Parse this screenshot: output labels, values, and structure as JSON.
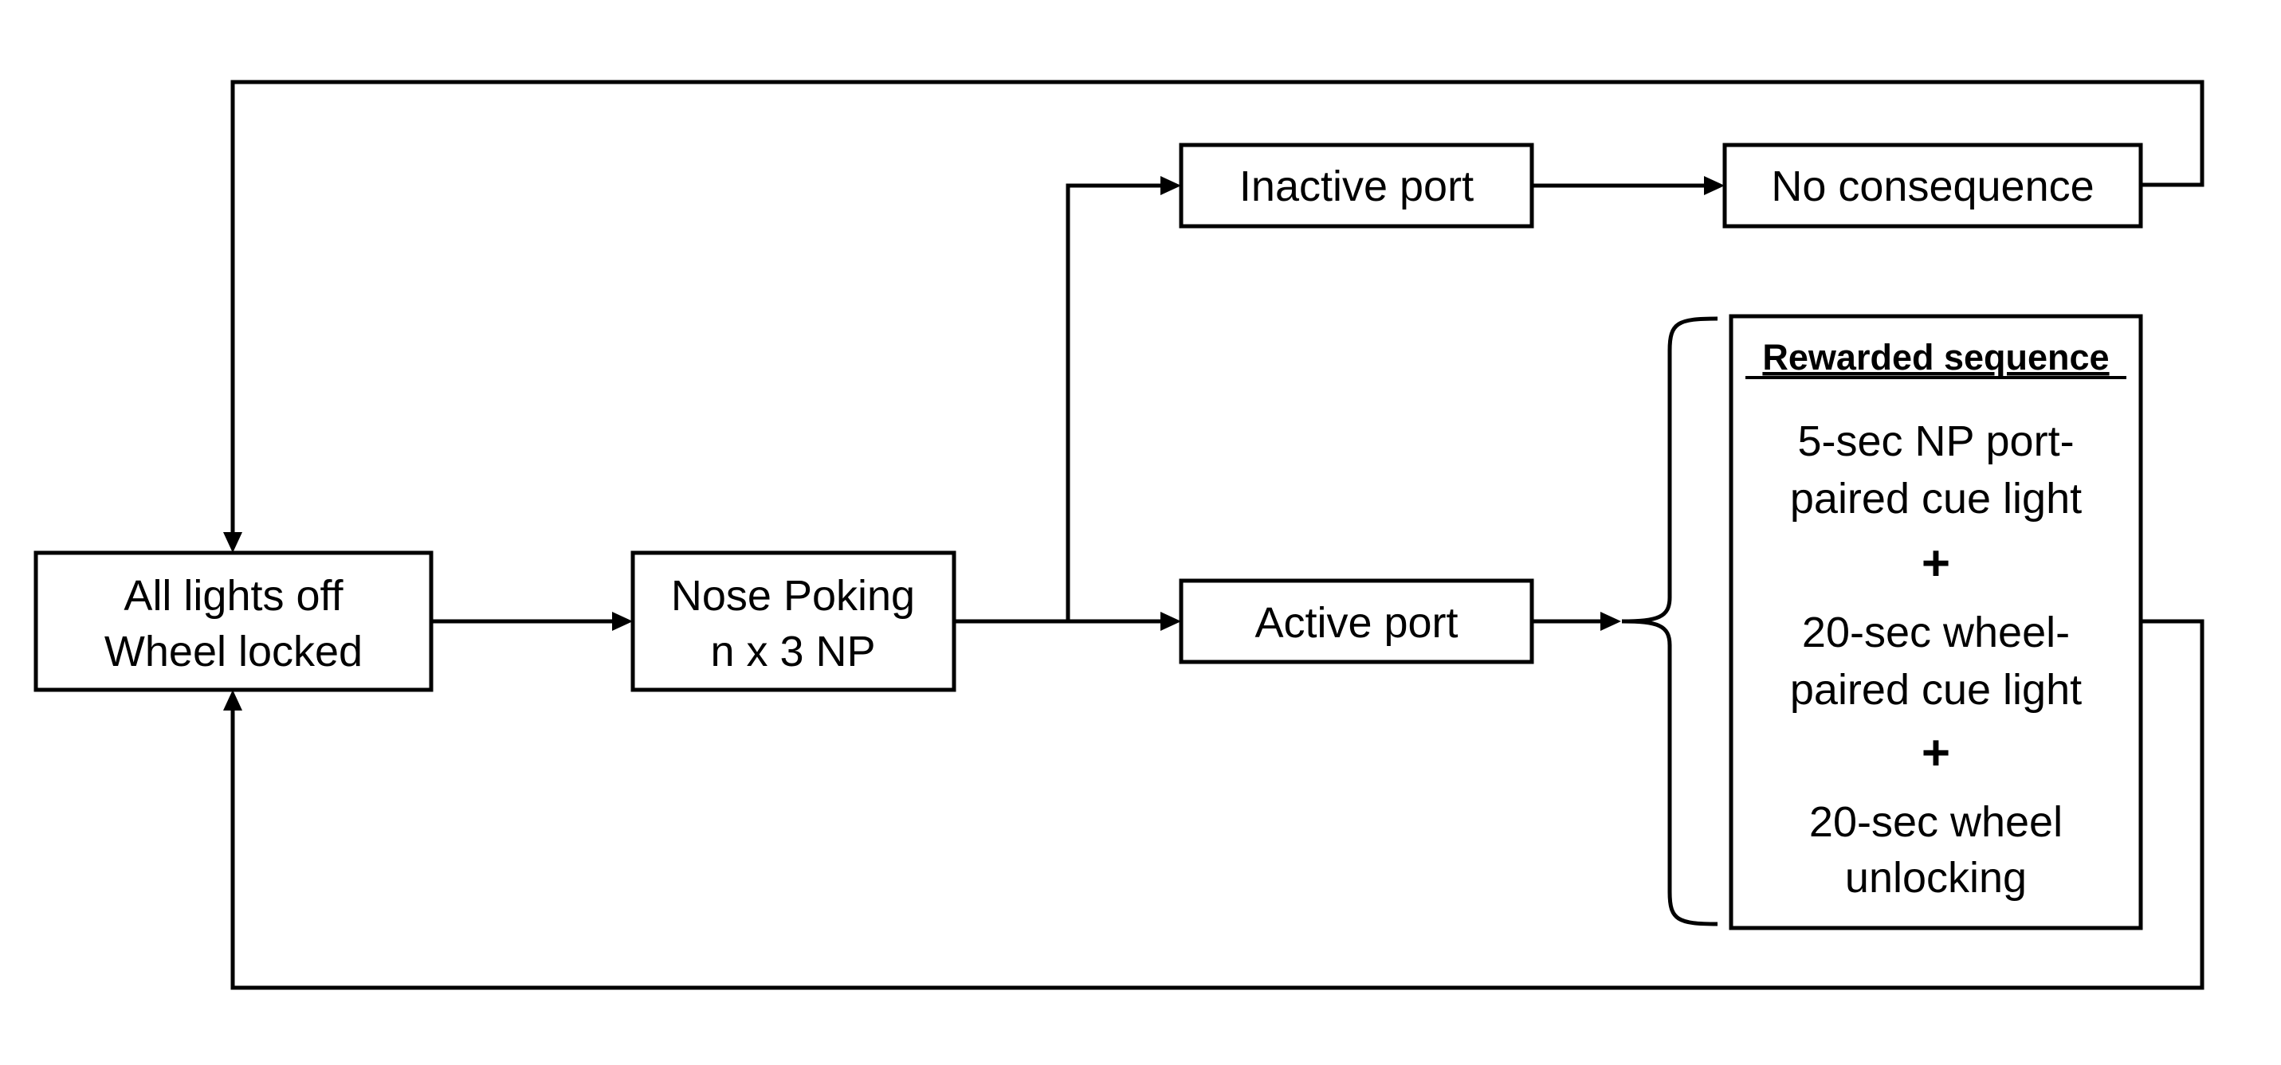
{
  "nodes": {
    "all_lights_off": {
      "line1": "All lights off",
      "line2": "Wheel locked"
    },
    "nose_poking": {
      "line1": "Nose Poking",
      "line2": "n x 3 NP"
    },
    "inactive_port": {
      "label": "Inactive port"
    },
    "no_consequence": {
      "label": "No consequence"
    },
    "active_port": {
      "label": "Active port"
    },
    "rewarded_sequence": {
      "heading": "Rewarded sequence",
      "item1_line1": "5-sec NP port-",
      "item1_line2": "paired cue light",
      "plus1": "+",
      "item2_line1": "20-sec wheel-",
      "item2_line2": "paired cue light",
      "plus2": "+",
      "item3_line1": "20-sec wheel",
      "item3_line2": "unlocking"
    }
  },
  "colors": {
    "stroke": "#000000",
    "background": "#ffffff"
  }
}
